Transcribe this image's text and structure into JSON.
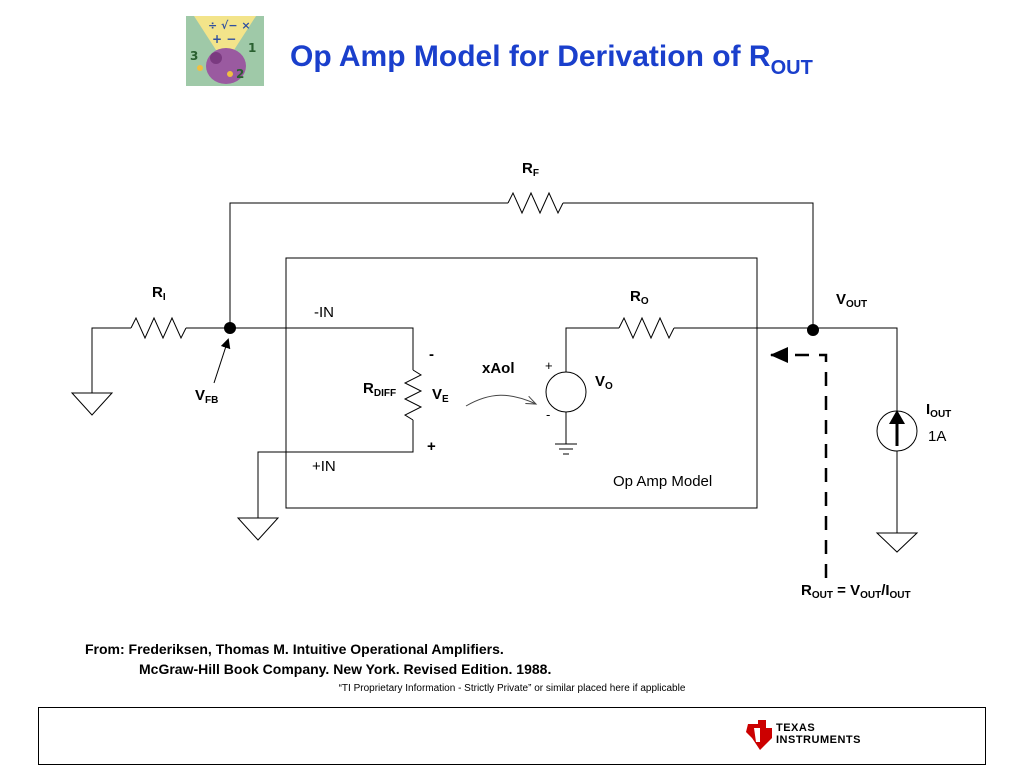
{
  "title": {
    "main": "Op Amp Model for Derivation of R",
    "sub": "OUT"
  },
  "labels": {
    "rf": {
      "main": "R",
      "sub": "F"
    },
    "ri": {
      "main": "R",
      "sub": "I"
    },
    "ro": {
      "main": "R",
      "sub": "O"
    },
    "vout": {
      "main": "V",
      "sub": "OUT"
    },
    "vfb": {
      "main": "V",
      "sub": "FB"
    },
    "neg_in": "-IN",
    "pos_in": "+IN",
    "minus_sign": "-",
    "plus_sign": "+",
    "xaol": "xAol",
    "rdiff": {
      "main": "R",
      "sub": "DIFF"
    },
    "ve": {
      "main": "V",
      "sub": "E"
    },
    "vsrc_plus": "+",
    "vsrc_minus": "-",
    "vo": {
      "main": "V",
      "sub": "O"
    },
    "iout": {
      "main": "I",
      "sub": "OUT"
    },
    "iout_value": "1A",
    "model_box": "Op Amp Model",
    "rout_formula": {
      "r": "R",
      "r_sub": "OUT",
      "eq": " = ",
      "v": "V",
      "v_sub": "OUT",
      "slash": "/",
      "i": "I",
      "i_sub": "OUT"
    }
  },
  "source": {
    "line1": "From: Frederiksen, Thomas M.  Intuitive Operational Amplifiers.",
    "line2": "McGraw-Hill Book Company.  New York.  Revised Edition. 1988."
  },
  "notice": "“TI Proprietary Information - Strictly Private” or similar placed here if applicable",
  "footer": {
    "brand_line1": "Texas",
    "brand_line2": "Instruments"
  },
  "logo_text": {
    "symbols_top": "÷ √− ×",
    "symbols_mid": "+ −",
    "one": "1",
    "two": "2",
    "three": "3"
  },
  "colors": {
    "title": "#1a3fcc",
    "ti_red": "#cc0000"
  }
}
